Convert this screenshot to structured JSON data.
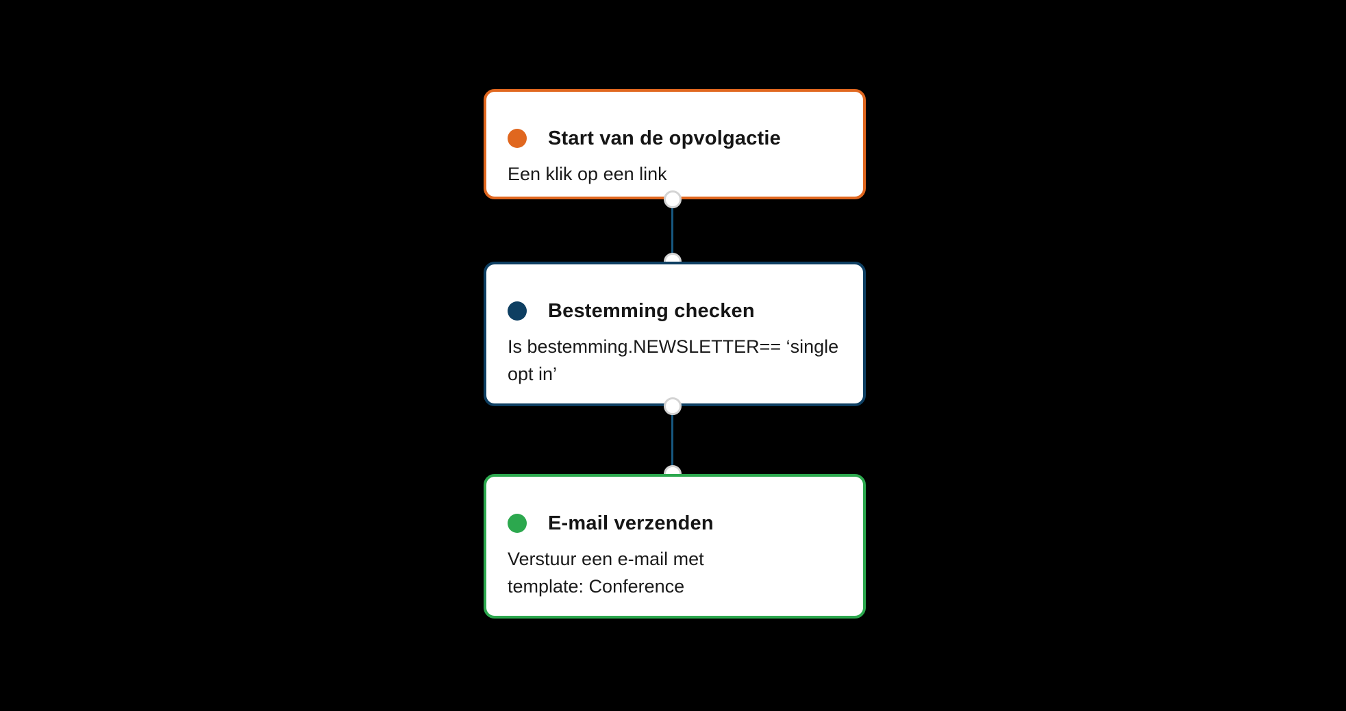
{
  "canvas": {
    "background": "#000000",
    "node_surface": "#FFFFFF",
    "title_color": "#151515",
    "body_color": "#1A1A1A"
  },
  "flow": {
    "connector": {
      "line_color": "#16577F",
      "port_fill": "#FFFFFF",
      "port_border": "#D3D3D3"
    },
    "nodes": [
      {
        "id": "start-trigger",
        "type": "trigger",
        "title": "Start van de opvolgactie",
        "description_lines": [
          "Een klik op een link"
        ],
        "accent_color": "#E0671F"
      },
      {
        "id": "condition-check",
        "type": "condition",
        "title": "Bestemming checken",
        "description_lines": [
          "Is bestemming.NEWSLETTER== ‘single",
          "opt in’"
        ],
        "accent_color": "#0E3F62"
      },
      {
        "id": "send-email",
        "type": "action",
        "title": "E-mail verzenden",
        "description_lines": [
          "Verstuur een e-mail met",
          "template: Conference"
        ],
        "accent_color": "#2CA84E"
      }
    ]
  }
}
